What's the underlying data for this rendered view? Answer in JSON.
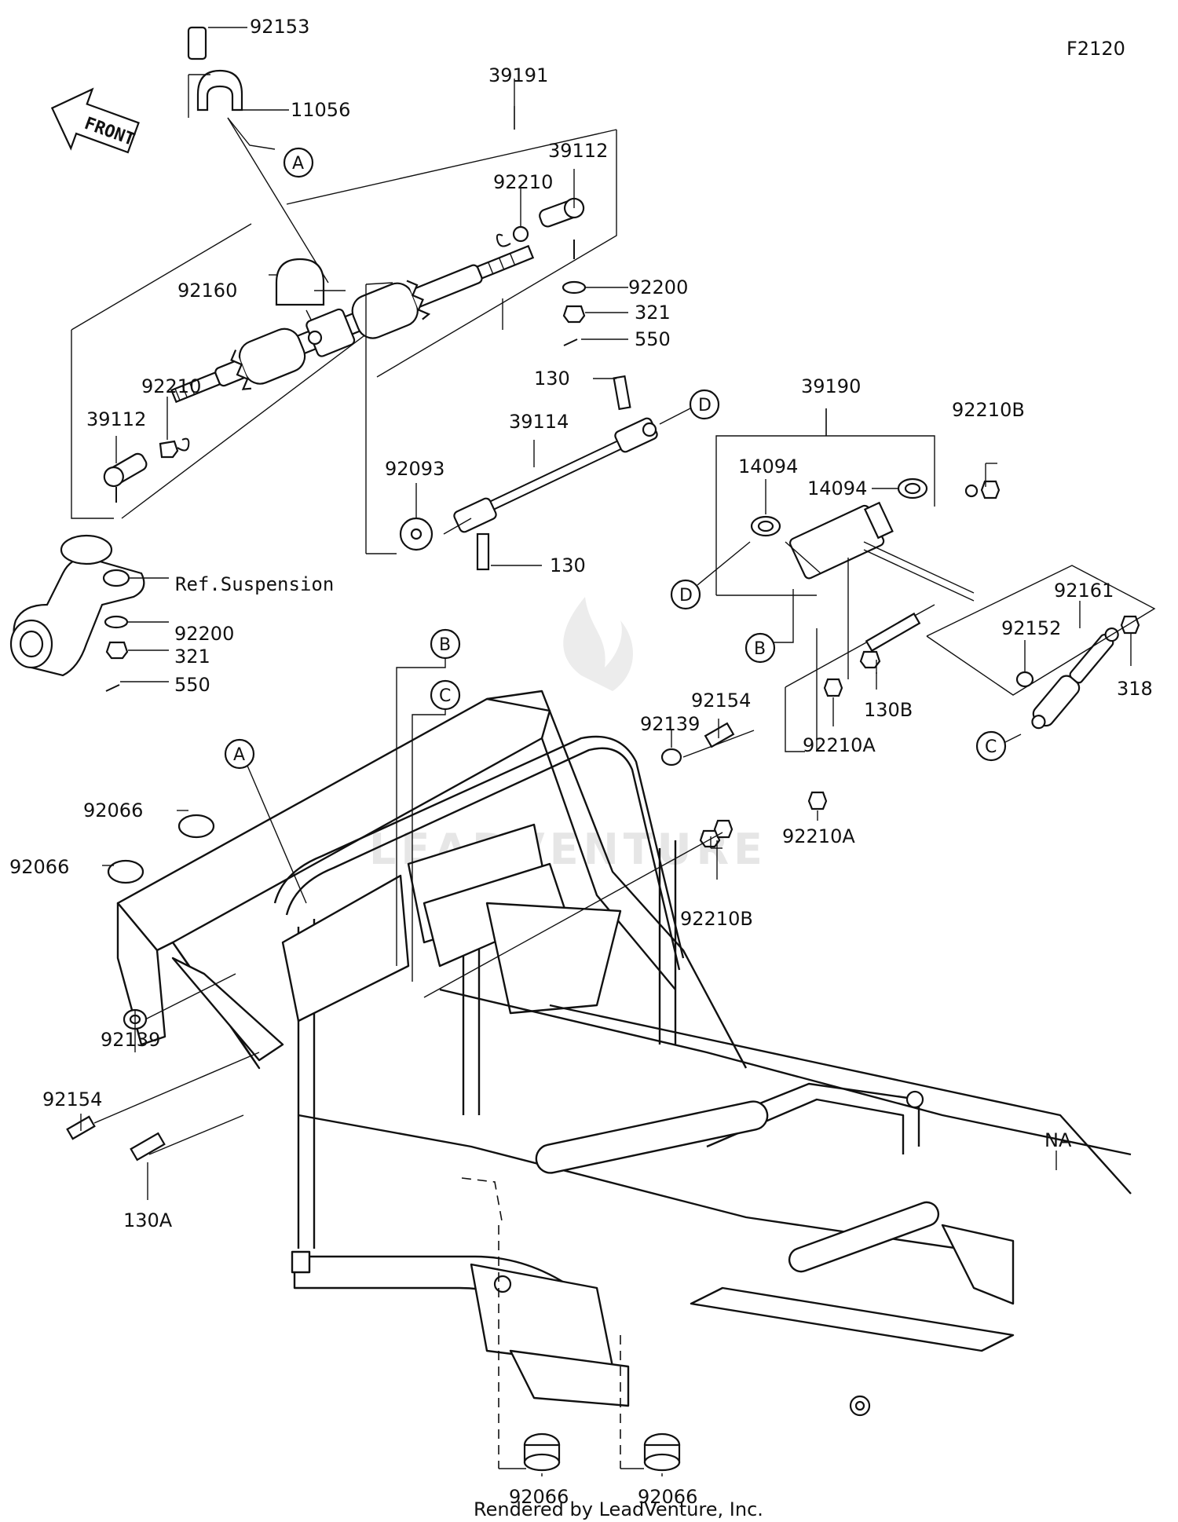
{
  "figure_code": "F2120",
  "front_arrow_text": "FRONT",
  "footer": "Rendered by LeadVenture, Inc.",
  "watermark_text": "LEADVENTURE",
  "reference_note": "Ref.Suspension",
  "callouts": [
    "A",
    "B",
    "C",
    "D"
  ],
  "parts": {
    "p92153": "92153",
    "p11056": "11056",
    "p39191": "39191",
    "p39112_right": "39112",
    "p92210_top": "92210",
    "p92200_top": "92200",
    "p321_top": "321",
    "p550_top": "550",
    "p92160": "92160",
    "p92210_left": "92210",
    "p39112_left": "39112",
    "p92200_bottom": "92200",
    "p321_bottom": "321",
    "p550_bottom": "550",
    "p130_top": "130",
    "p39114": "39114",
    "p92093": "92093",
    "p130_bottom": "130",
    "p39190": "39190",
    "p92210B_top": "92210B",
    "p14094_left": "14094",
    "p14094_right": "14094",
    "p92161": "92161",
    "p92152": "92152",
    "p318": "318",
    "p130B": "130B",
    "p92210A_upper": "92210A",
    "p92210A_lower": "92210A",
    "p92154_top": "92154",
    "p92139_top": "92139",
    "p92210B_bottom": "92210B",
    "p92066_a": "92066",
    "p92066_b": "92066",
    "p92139_left": "92139",
    "p92154_left": "92154",
    "p130A": "130A",
    "pNA": "NA",
    "p92066_c": "92066",
    "p92066_d": "92066"
  }
}
